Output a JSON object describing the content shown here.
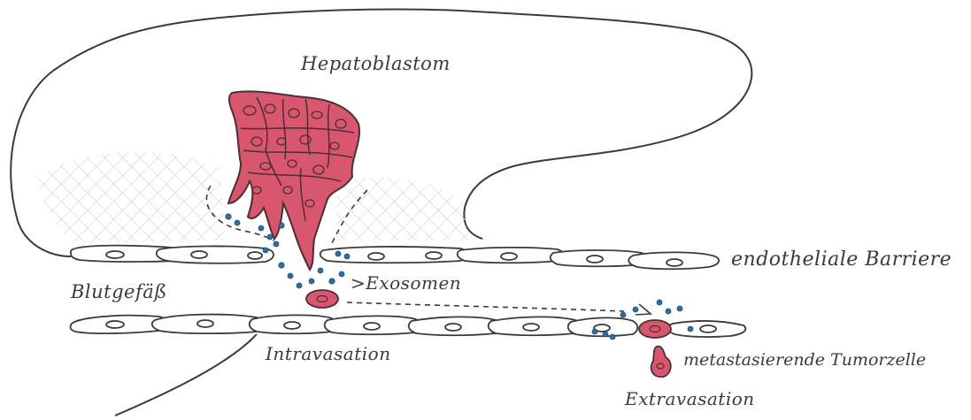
{
  "labels": {
    "hepatoblastom": "Hepatoblastom",
    "barrier": "endotheliale Barriere",
    "blutgefaess": "Blutgefäß",
    "exosomen": ">Exosomen",
    "intravasation": "Intravasation",
    "tumorzelle": "metastasierende Tumorzelle",
    "extravasation": "Extravasation"
  },
  "colors": {
    "ink": "#3a3a3a",
    "tumor_fill": "#d9566f",
    "tumor_outline": "#4a2f35",
    "exosome": "#2e6f9e",
    "hatch": "#c8c8c8"
  },
  "icons": {
    "liver": "liver-outline",
    "tumor": "tumor-cell-cluster",
    "exosome": "exosome-dot",
    "endothelial_cell": "endothelial-cell-shape"
  }
}
